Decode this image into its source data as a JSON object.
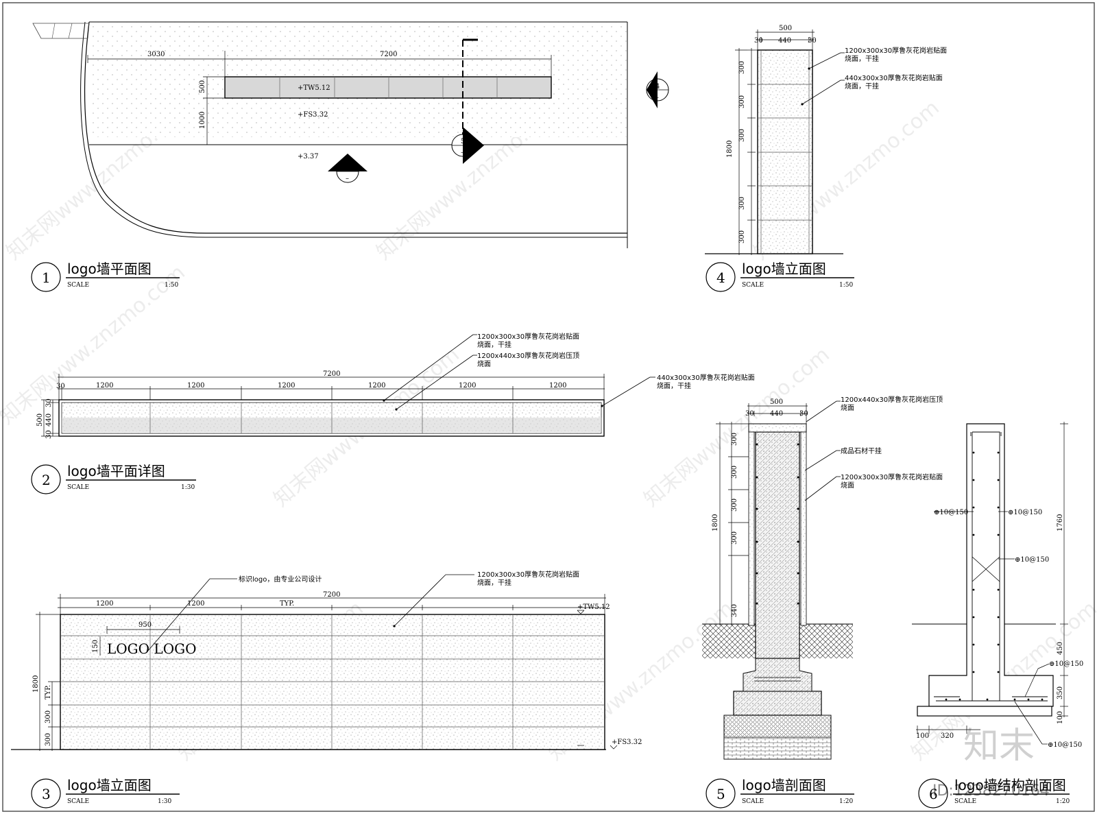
{
  "titles": [
    {
      "num": "1",
      "name": "logo墙平面图",
      "scale_label": "SCALE",
      "scale": "1:50"
    },
    {
      "num": "4",
      "name": "logo墙立面图",
      "scale_label": "SCALE",
      "scale": "1:50"
    },
    {
      "num": "2",
      "name": "logo墙平面详图",
      "scale_label": "SCALE",
      "scale": "1:30"
    },
    {
      "num": "3",
      "name": "logo墙立面图",
      "scale_label": "SCALE",
      "scale": "1:30"
    },
    {
      "num": "5",
      "name": "logo墙剖面图",
      "scale_label": "SCALE",
      "scale": "1:20"
    },
    {
      "num": "6",
      "name": "logo墙结构剖面图",
      "scale_label": "SCALE",
      "scale": "1:20"
    }
  ],
  "plan1": {
    "dims": [
      "3030",
      "7200",
      "500",
      "1000"
    ],
    "levels": [
      "+TW5.12",
      "+FS3.32",
      "+3.37"
    ],
    "markers": [
      "4",
      "5",
      "3"
    ],
    "marker_sub": "–"
  },
  "elev4": {
    "dims_top": [
      "500",
      "30",
      "440",
      "30"
    ],
    "dims_side": [
      "300",
      "300",
      "1800",
      "300",
      "300",
      "300"
    ],
    "notes": [
      [
        "1200x300x30厚鲁灰花岗岩贴面",
        "烧面，干挂"
      ],
      [
        "440x300x30厚鲁灰花岗岩贴面",
        "烧面，干挂"
      ]
    ]
  },
  "detail2": {
    "dim_total": "7200",
    "dims": [
      "30",
      "1200",
      "1200",
      "1200",
      "1200",
      "1200",
      "1200"
    ],
    "dims_side": [
      "500",
      "30",
      "440",
      "30"
    ],
    "notes": [
      [
        "1200x300x30厚鲁灰花岗岩贴面",
        "烧面，干挂"
      ],
      [
        "1200x440x30厚鲁灰花岗岩压顶",
        "烧面"
      ],
      [
        "440x300x30厚鲁灰花岗岩贴面",
        "烧面，干挂"
      ]
    ]
  },
  "elev3": {
    "dim_total": "7200",
    "dims": [
      "1200",
      "1200",
      "TYP."
    ],
    "dim_950": "950",
    "dim_150": "150",
    "logo_text": "LOGO LOGO",
    "dims_side": [
      "1800",
      "TYP.",
      "300",
      "300"
    ],
    "levels": [
      "+TW5.12",
      "+FS3.32"
    ],
    "notes": [
      [
        "标识logo，由专业公司设计"
      ],
      [
        "1200x300x30厚鲁灰花岗岩贴面",
        "烧面，干挂"
      ]
    ]
  },
  "section5": {
    "dims_top": [
      "500",
      "30",
      "440",
      "30"
    ],
    "dims_side": [
      "300",
      "300",
      "1800",
      "300",
      "300",
      "340"
    ],
    "notes": [
      [
        "1200x440x30厚鲁灰花岗岩压顶",
        "烧面"
      ],
      [
        "成品石材干挂"
      ],
      [
        "1200x300x30厚鲁灰花岗岩贴面",
        "烧面"
      ]
    ]
  },
  "section6": {
    "rebar": [
      "⊕10@150",
      "⊕10@150",
      "⊕10@150",
      "⊕10@150",
      "⊕10@150"
    ],
    "dims_right": [
      "1760",
      "450",
      "350",
      "100"
    ],
    "dims_bottom": [
      "100",
      "320"
    ]
  },
  "watermark": {
    "text": "知末网www.znzmo.com",
    "stamp": "知末",
    "id": "ID:1238270164"
  }
}
